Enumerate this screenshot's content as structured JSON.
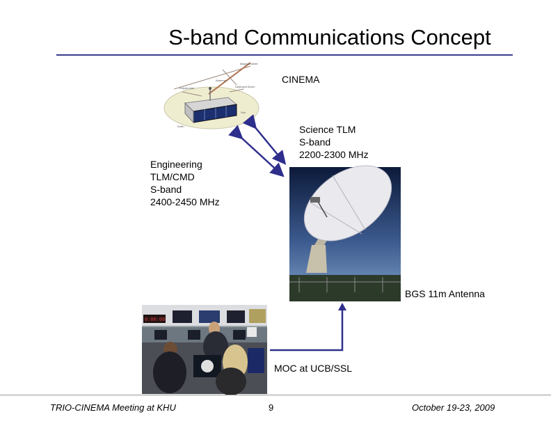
{
  "title": "S-band Communications Concept",
  "labels": {
    "cinema": "CINEMA",
    "science": "Science TLM\nS-band\n2200-2300 MHz",
    "engineering": "Engineering\nTLM/CMD\nS-band\n2400-2450 MHz",
    "bgs": "BGS 11m Antenna",
    "moc": "MOC at UCB/SSL"
  },
  "footer": {
    "left": "TRIO-CINEMA Meeting at KHU",
    "page": "9",
    "right": "October 19-23, 2009"
  },
  "colors": {
    "title_rule": "#3b3b8f",
    "arrow": "#2e2e8c"
  },
  "icons": [
    "satellite-diagram",
    "dish-antenna-photo",
    "control-room-photo"
  ]
}
